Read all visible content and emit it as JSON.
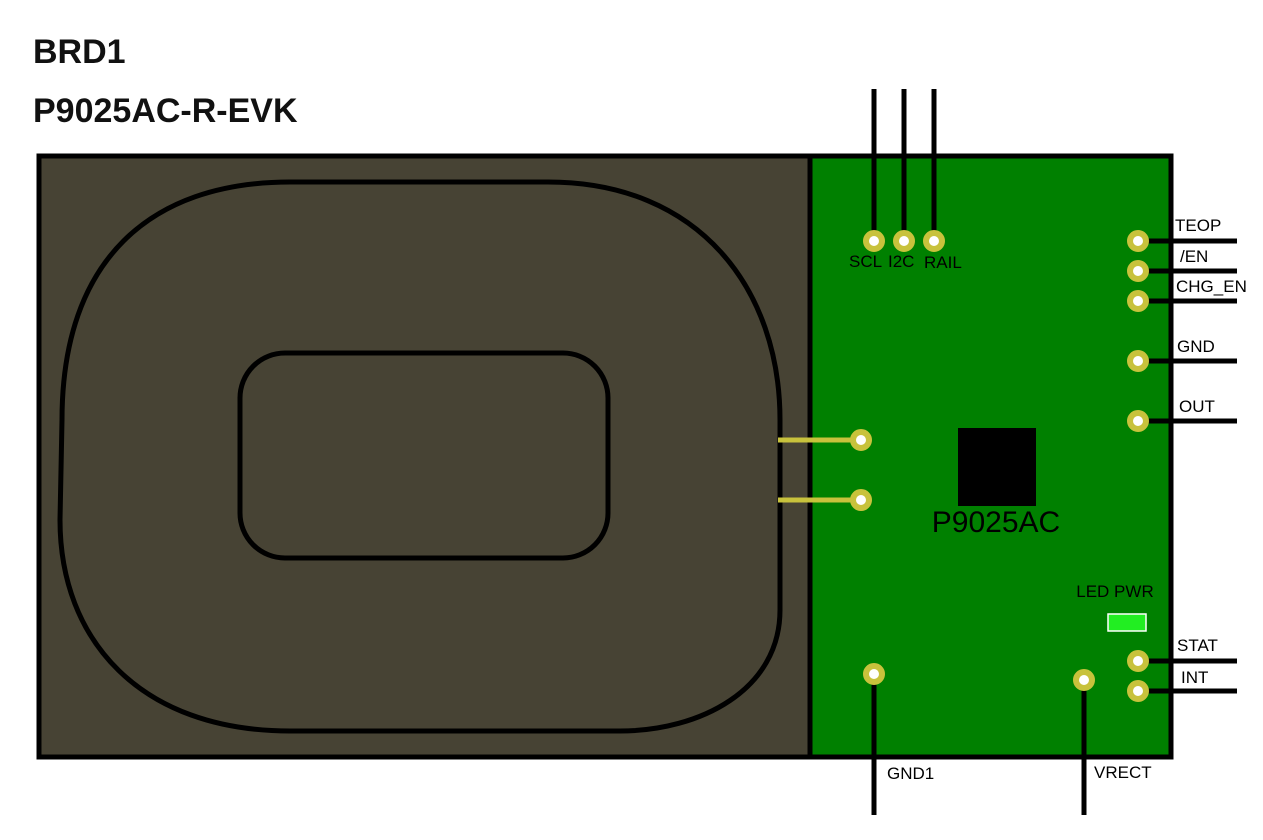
{
  "board": {
    "designator": "BRD1",
    "part_number": "P9025AC-R-EVK",
    "chip_label": "P9025AC",
    "led_label": "LED PWR"
  },
  "pins": {
    "scl": "SCL",
    "i2c": "I2C",
    "rail": "RAIL",
    "teop": "TEOP",
    "en": "/EN",
    "chg_en": "CHG_EN",
    "gnd": "GND",
    "out": "OUT",
    "stat": "STAT",
    "int": "INT",
    "gnd1": "GND1",
    "vrect": "VRECT"
  },
  "colors": {
    "coil_area": "#474334",
    "pcb": "#008000",
    "pad": "#c8c23c",
    "led": "#22ee22",
    "chip": "#000000"
  }
}
